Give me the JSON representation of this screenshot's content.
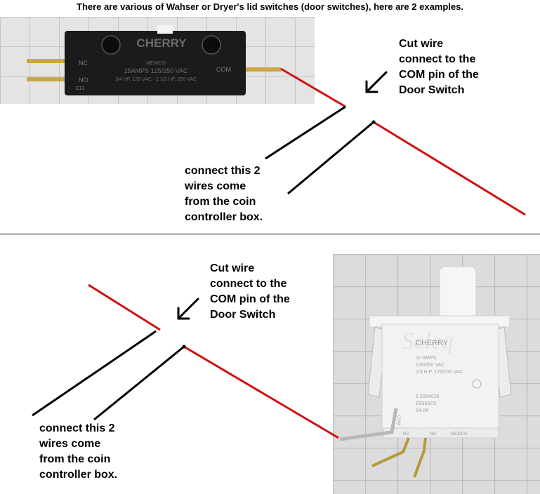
{
  "title": "There are various of Wahser or Dryer's lid switches (door switches), here are 2 examples.",
  "top_diagram": {
    "cut_wire_note": "Cut wire\nconnect to the\nCOM pin of the\nDoor Switch",
    "coin_note": "connect this 2\nwires come\nfrom the coin\ncontroller box.",
    "switch_photo": {
      "brand": "CHERRY",
      "line1": "MEXICO",
      "line2": "15AMPS 125/250 VAC",
      "line3": "3/4 HP, 125 VAC - 1 1/2 HP, 250 VAC",
      "pin_nc": "NC",
      "pin_no": "NO",
      "pin_com": "COM",
      "code": "E13"
    }
  },
  "bottom_diagram": {
    "cut_wire_note": "Cut wire\nconnect to the\nCOM pin of the\nDoor Switch",
    "coin_note": "connect this 2\nwires come\nfrom the coin\ncontroller box.",
    "switch_photo": {
      "brand": "CHERRY",
      "line1": "10 AMPS",
      "line2": "125/250 VAC",
      "line3": "1/3 H.P. 125/250 VAC",
      "line4": "6 3094010",
      "line5": "E6965C0",
      "line6": "14-04",
      "pin_nc": "NC",
      "pin_no": "NO",
      "pin_com": "COM",
      "origin": "MEXICO",
      "watermark": "Seleq"
    }
  },
  "colors": {
    "wire_red": "#d01010",
    "wire_black": "#000000",
    "switch_body_top": "#1a1a1a",
    "switch_body_bottom": "#f2f2f2",
    "photo_grid_bg": "#d8d8d8"
  }
}
